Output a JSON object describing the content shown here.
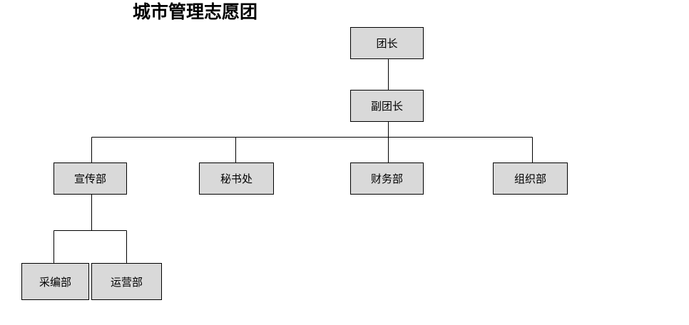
{
  "title": "城市管理志愿团",
  "nodes": {
    "leader": "团长",
    "deputy": "副团长",
    "publicity": "宣传部",
    "secretary": "秘书处",
    "finance": "财务部",
    "organize": "组织部",
    "editing": "采编部",
    "operation": "运营部"
  }
}
